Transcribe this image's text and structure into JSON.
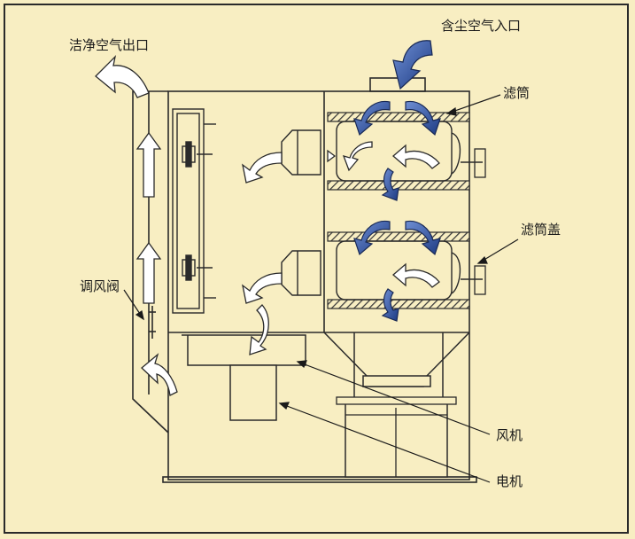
{
  "labels": {
    "clean_air_outlet": "洁净空气出口",
    "dusty_air_inlet": "含尘空气入口",
    "filter_cartridge": "滤筒",
    "filter_cover": "滤筒盖",
    "damper": "调风阀",
    "fan": "风机",
    "motor": "电机"
  },
  "colors": {
    "background": "#f8eec2",
    "line": "#2a2a2a",
    "dusty_arrow": "#1f3f86",
    "clean_arrow": "#ffffff",
    "hatch": "#3a3a3a"
  }
}
